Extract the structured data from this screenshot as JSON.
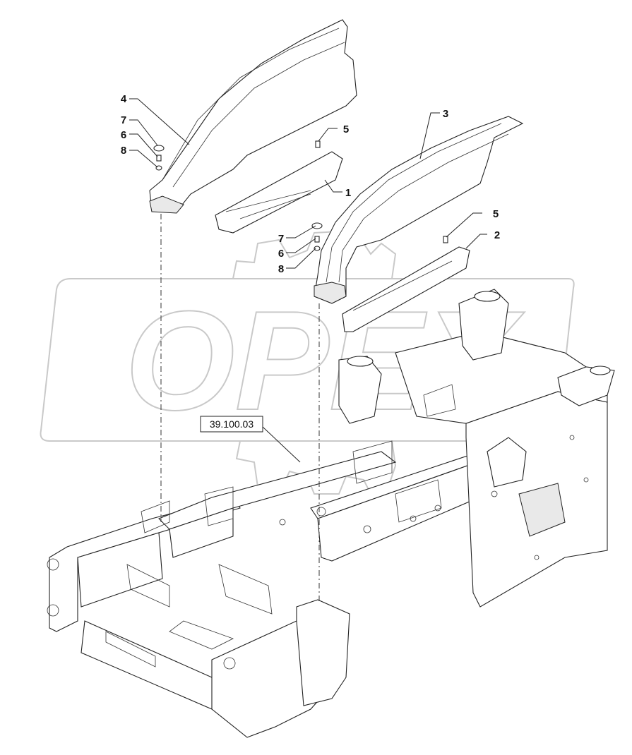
{
  "diagram": {
    "watermark_text": "OPEX",
    "reference_box": "39.100.03",
    "callouts": [
      {
        "id": "c1",
        "label": "1"
      },
      {
        "id": "c2",
        "label": "2"
      },
      {
        "id": "c3",
        "label": "3"
      },
      {
        "id": "c4",
        "label": "4"
      },
      {
        "id": "c5a",
        "label": "5"
      },
      {
        "id": "c5b",
        "label": "5"
      },
      {
        "id": "c6a",
        "label": "6"
      },
      {
        "id": "c6b",
        "label": "6"
      },
      {
        "id": "c7a",
        "label": "7"
      },
      {
        "id": "c7b",
        "label": "7"
      },
      {
        "id": "c8a",
        "label": "8"
      },
      {
        "id": "c8b",
        "label": "8"
      }
    ]
  }
}
